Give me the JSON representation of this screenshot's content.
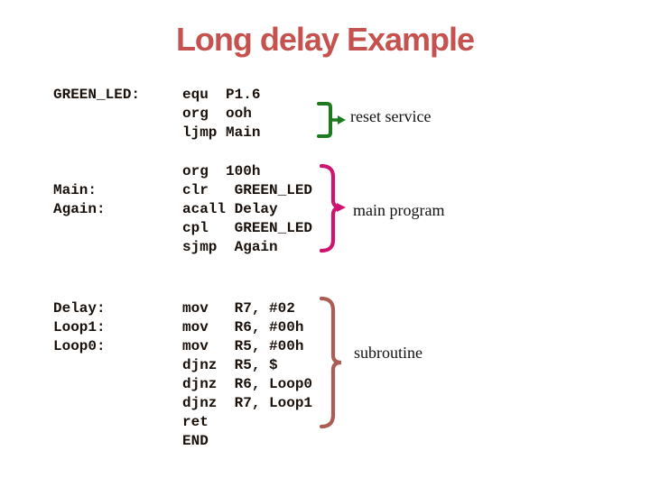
{
  "title": "Long delay Example",
  "colors": {
    "title": "#c5524e",
    "code": "#1a100a",
    "annotation": "#111111",
    "brace_reset": "#1e7a1e",
    "brace_main": "#cc1470",
    "brace_subroutine": "#ab5d55"
  },
  "blocks": [
    {
      "labels": [
        "GREEN_LED:",
        "",
        ""
      ],
      "code": [
        "equ  P1.6",
        "org  ooh",
        "ljmp Main"
      ],
      "annotation": "reset service"
    },
    {
      "labels": [
        "",
        "Main:",
        "Again:",
        "",
        ""
      ],
      "code": [
        "org  100h",
        "clr   GREEN_LED",
        "acall Delay",
        "cpl   GREEN_LED",
        "sjmp  Again"
      ],
      "annotation": "main program"
    },
    {
      "labels": [
        "Delay:",
        "Loop1:",
        "Loop0:",
        "",
        "",
        "",
        "",
        ""
      ],
      "code": [
        "mov   R7, #02",
        "mov   R6, #00h",
        "mov   R5, #00h",
        "djnz  R5, $",
        "djnz  R6, Loop0",
        "djnz  R7, Loop1",
        "ret",
        "END"
      ],
      "annotation": "subroutine"
    }
  ]
}
